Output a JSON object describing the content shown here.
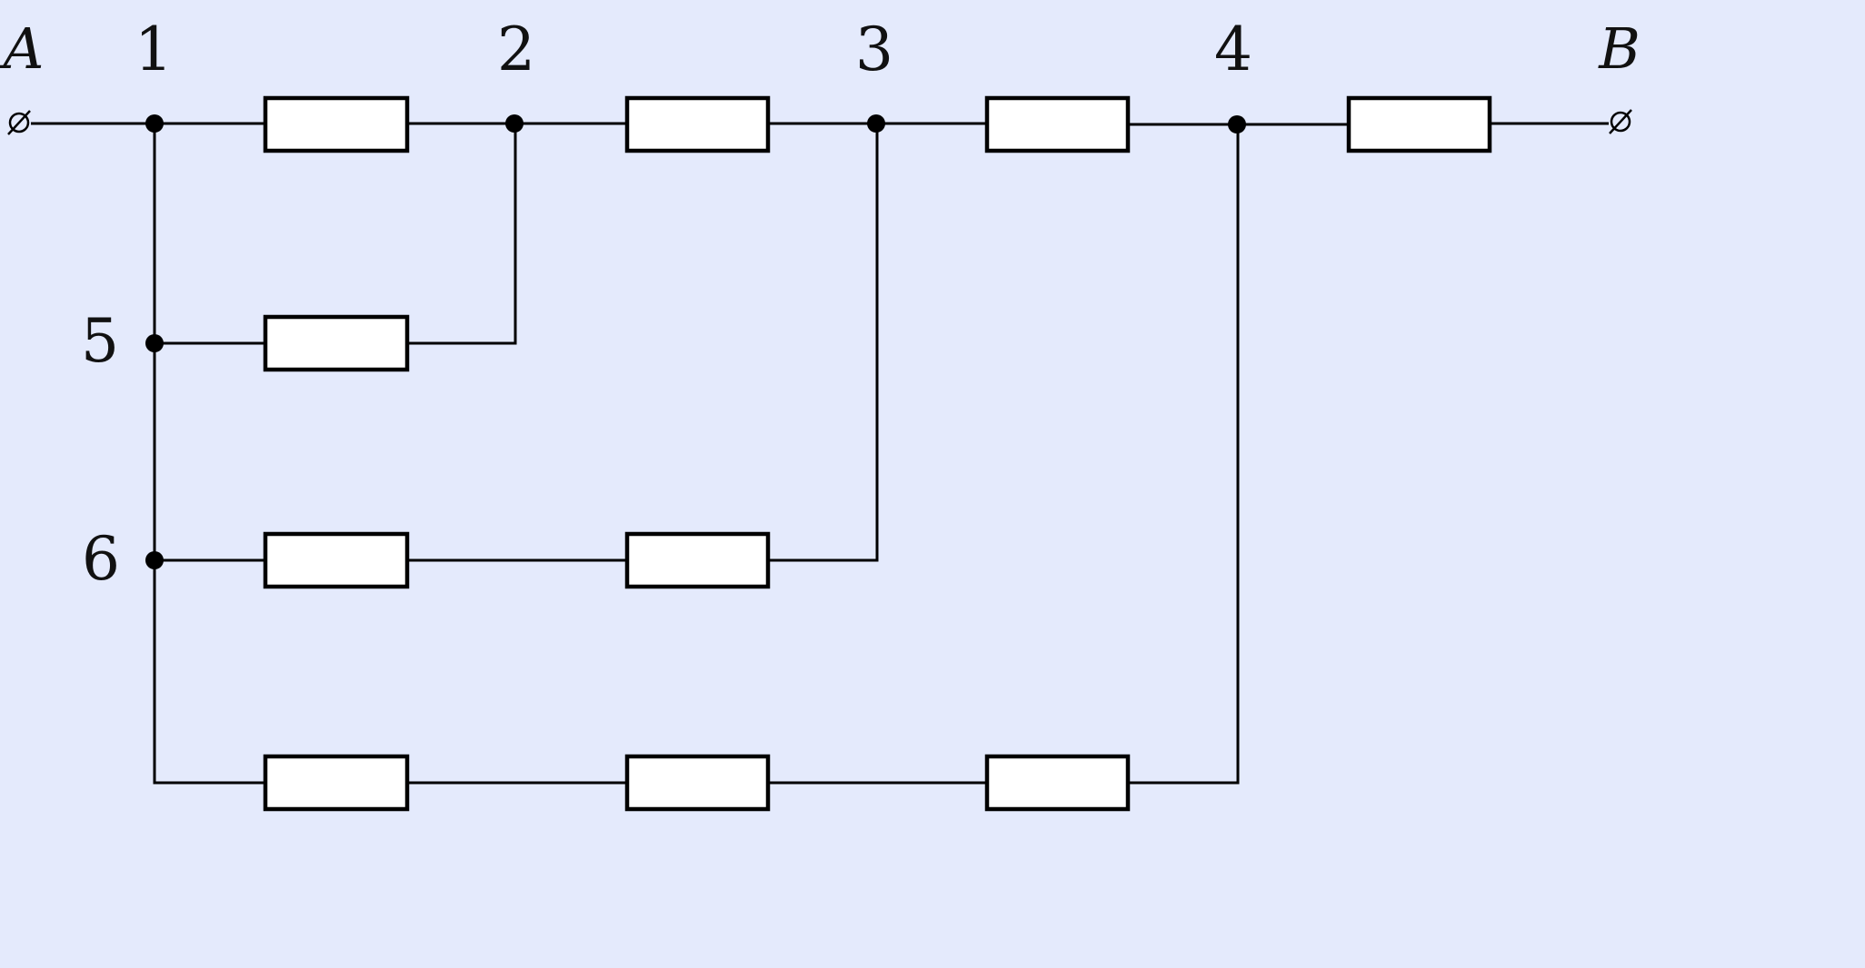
{
  "diagram": {
    "terminals": [
      {
        "id": "A",
        "label": "A"
      },
      {
        "id": "B",
        "label": "B"
      }
    ],
    "nodes": [
      {
        "id": "n1",
        "label": "1"
      },
      {
        "id": "n2",
        "label": "2"
      },
      {
        "id": "n3",
        "label": "3"
      },
      {
        "id": "n4",
        "label": "4"
      },
      {
        "id": "n5",
        "label": "5"
      },
      {
        "id": "n6",
        "label": "6"
      }
    ],
    "resistor_count": 10
  }
}
